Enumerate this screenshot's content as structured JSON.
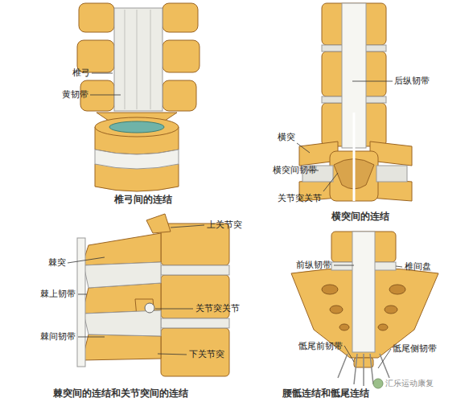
{
  "diagram": {
    "labels": [
      "椎弓",
      "黄韧带",
      "椎弓间的连结",
      "后纵韧带",
      "横突",
      "横突间韧带",
      "关节突关节",
      "横突间的连结",
      "上关节突",
      "棘突",
      "棘上韧带",
      "关节突关节",
      "棘间韧带",
      "下关节突",
      "棘突间的连结和关节突间的连结",
      "前纵韧带",
      "椎间盘",
      "骶尾前韧带",
      "骶尾侧韧带",
      "腰骶连结和骶尾连结",
      "汇乐运动康复"
    ]
  }
}
